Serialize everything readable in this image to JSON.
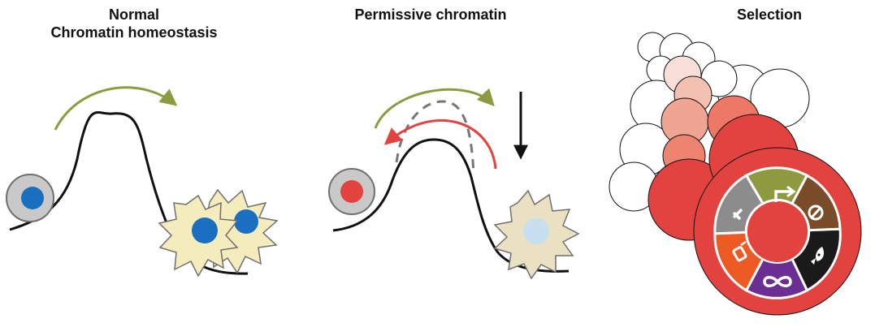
{
  "panels": [
    {
      "title_line1": "Normal",
      "title_line2": "Chromatin homeostasis"
    },
    {
      "title_line1": "Permissive chromatin"
    },
    {
      "title_line1": "Selection"
    }
  ],
  "colors": {
    "landscape": "#111111",
    "arrow_green": "#8e9a3f",
    "arrow_red": "#e2433f",
    "arrow_dashed": "#777777",
    "stem_cell_ring": "#c9c9c9",
    "nucleus_blue": "#1a6fc1",
    "nucleus_red": "#e2433f",
    "nucleus_pale": "#c7dfee",
    "diff_cell_fill": "#f4ecbd",
    "diff_cell_fill_muted": "#e9e1c2",
    "selection_red": "#e2433f",
    "wheel_green": "#8e9a3f",
    "wheel_brown": "#7a4d2a",
    "wheel_black": "#1a1a1a",
    "wheel_purple": "#6b2e93",
    "wheel_orange": "#ee5a24",
    "wheel_gray": "#8c8c8c"
  },
  "icons": [
    "arrow-icon",
    "no-symbol-icon",
    "rocket-icon",
    "infinity-icon",
    "cup-icon",
    "cross-icon"
  ]
}
